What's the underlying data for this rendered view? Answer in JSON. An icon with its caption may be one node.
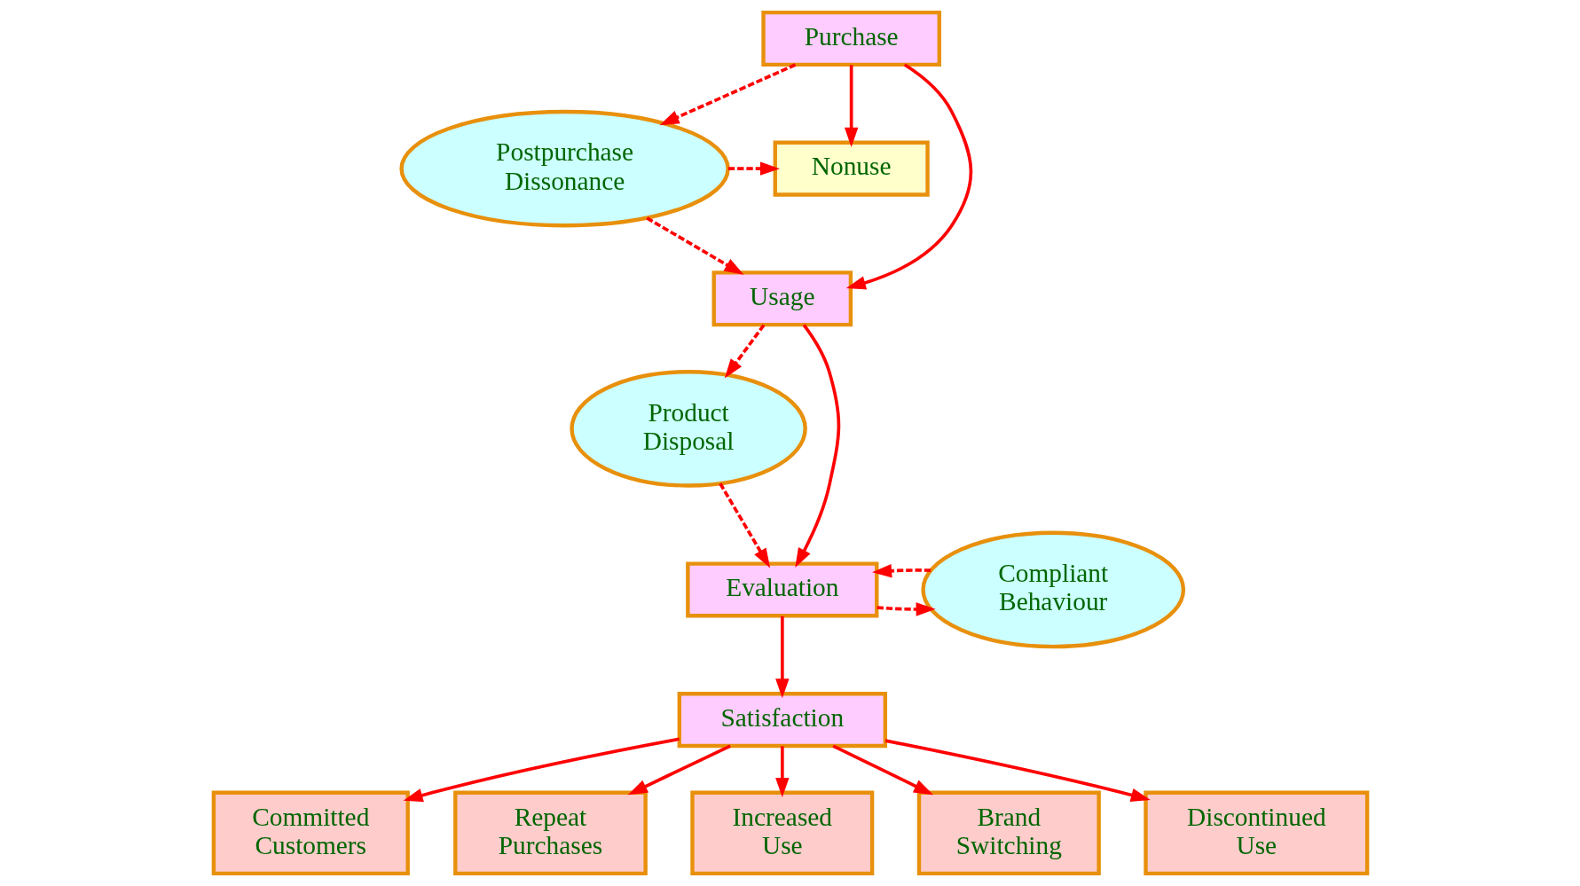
{
  "diagram": {
    "nodes": [
      {
        "text": [
          "Purchase"
        ]
      },
      {
        "text": [
          "Postpurchase Dissonance"
        ]
      },
      {
        "text": [
          "Nonuse"
        ]
      },
      {
        "text": [
          "Usage"
        ]
      },
      {
        "text": [
          "Product Disposal"
        ]
      },
      {
        "text": [
          "Evaluation"
        ]
      },
      {
        "text": [
          "Compliant Behaviour"
        ]
      },
      {
        "text": [
          "Satisfaction"
        ]
      },
      {
        "text": [
          "Committed Customers"
        ]
      },
      {
        "text": [
          "Repeat Purchases"
        ]
      },
      {
        "text": [
          "Increased Use"
        ]
      },
      {
        "text": [
          "Brand Switching"
        ]
      },
      {
        "text": [
          "Discontinued Use"
        ]
      }
    ],
    "edges": [
      {
        "from": 0,
        "to": 1,
        "arrow": "to",
        "style": "dashed"
      },
      {
        "from": 1,
        "to": 2,
        "arrow": "to",
        "style": "dashed"
      },
      {
        "from": 0,
        "to": 2,
        "arrow": "to"
      },
      {
        "from": 0,
        "to": 3,
        "arrow": "to"
      },
      {
        "from": 1,
        "to": 3,
        "arrow": "to",
        "style": "dashed"
      },
      {
        "from": 3,
        "to": 4,
        "arrow": "to",
        "style": "dashed"
      },
      {
        "from": 3,
        "to": 5,
        "arrow": "to"
      },
      {
        "from": 4,
        "to": 5,
        "arrow": "to",
        "style": "dashed"
      },
      {
        "from": 5,
        "to": 6,
        "arrow": "to",
        "style": "dashed"
      },
      {
        "from": 6,
        "to": 5,
        "arrow": "to",
        "style": "dashed"
      },
      {
        "from": 5,
        "to": 7,
        "arrow": "to"
      },
      {
        "from": 7,
        "to": 8,
        "arrow": "to"
      },
      {
        "from": 7,
        "to": 9,
        "arrow": "to"
      },
      {
        "from": 7,
        "to": 10,
        "arrow": "to"
      },
      {
        "from": 7,
        "to": 11,
        "arrow": "to"
      },
      {
        "from": 7,
        "to": 12,
        "arrow": "to"
      }
    ]
  }
}
